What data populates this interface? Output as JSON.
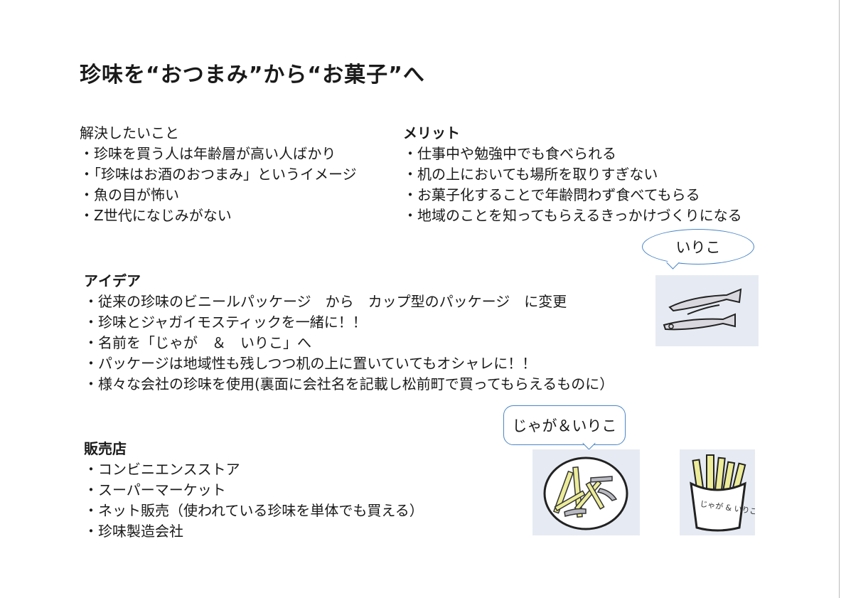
{
  "title": "珍味を“おつまみ”から“お菓子”へ",
  "problems": {
    "heading": "解決したいこと",
    "items": [
      "・珍味を買う人は年齢層が高い人ばかり",
      "・「珍味はお酒のおつまみ」というイメージ",
      "・魚の目が怖い",
      "・Z世代になじみがない"
    ]
  },
  "merits": {
    "heading": "メリット",
    "items": [
      "・仕事中や勉強中でも食べられる",
      "・机の上においても場所を取りすぎない",
      "・お菓子化することで年齢問わず食べてもらる",
      "・地域のことを知ってもらえるきっかけづくりになる"
    ]
  },
  "ideas": {
    "heading": "アイデア",
    "items": [
      "・従来の珍味のビニールパッケージ　から　カップ型のパッケージ　に変更",
      "・珍味とジャガイモスティックを一緒に！！",
      "・名前を「じゃが　＆　いりこ」へ",
      "・パッケージは地域性も残しつつ机の上に置いていてもオシャレに！！",
      "・様々な会社の珍味を使用(裏面に会社名を記載し松前町で買ってもらえるものに）"
    ]
  },
  "stores": {
    "heading": "販売店",
    "items": [
      "・コンビニエンスストア",
      "・スーパーマーケット",
      "・ネット販売（使われている珍味を単体でも買える）",
      "・珍味製造会社"
    ]
  },
  "bubbles": {
    "iriko": "いりこ",
    "product": "じゃが＆いりこ"
  },
  "cup_label": "じゃが & いりこ",
  "colors": {
    "bubble_border": "#4a86c8",
    "picture_bg": "#e6ebf3",
    "fries": "#ecec9a"
  }
}
